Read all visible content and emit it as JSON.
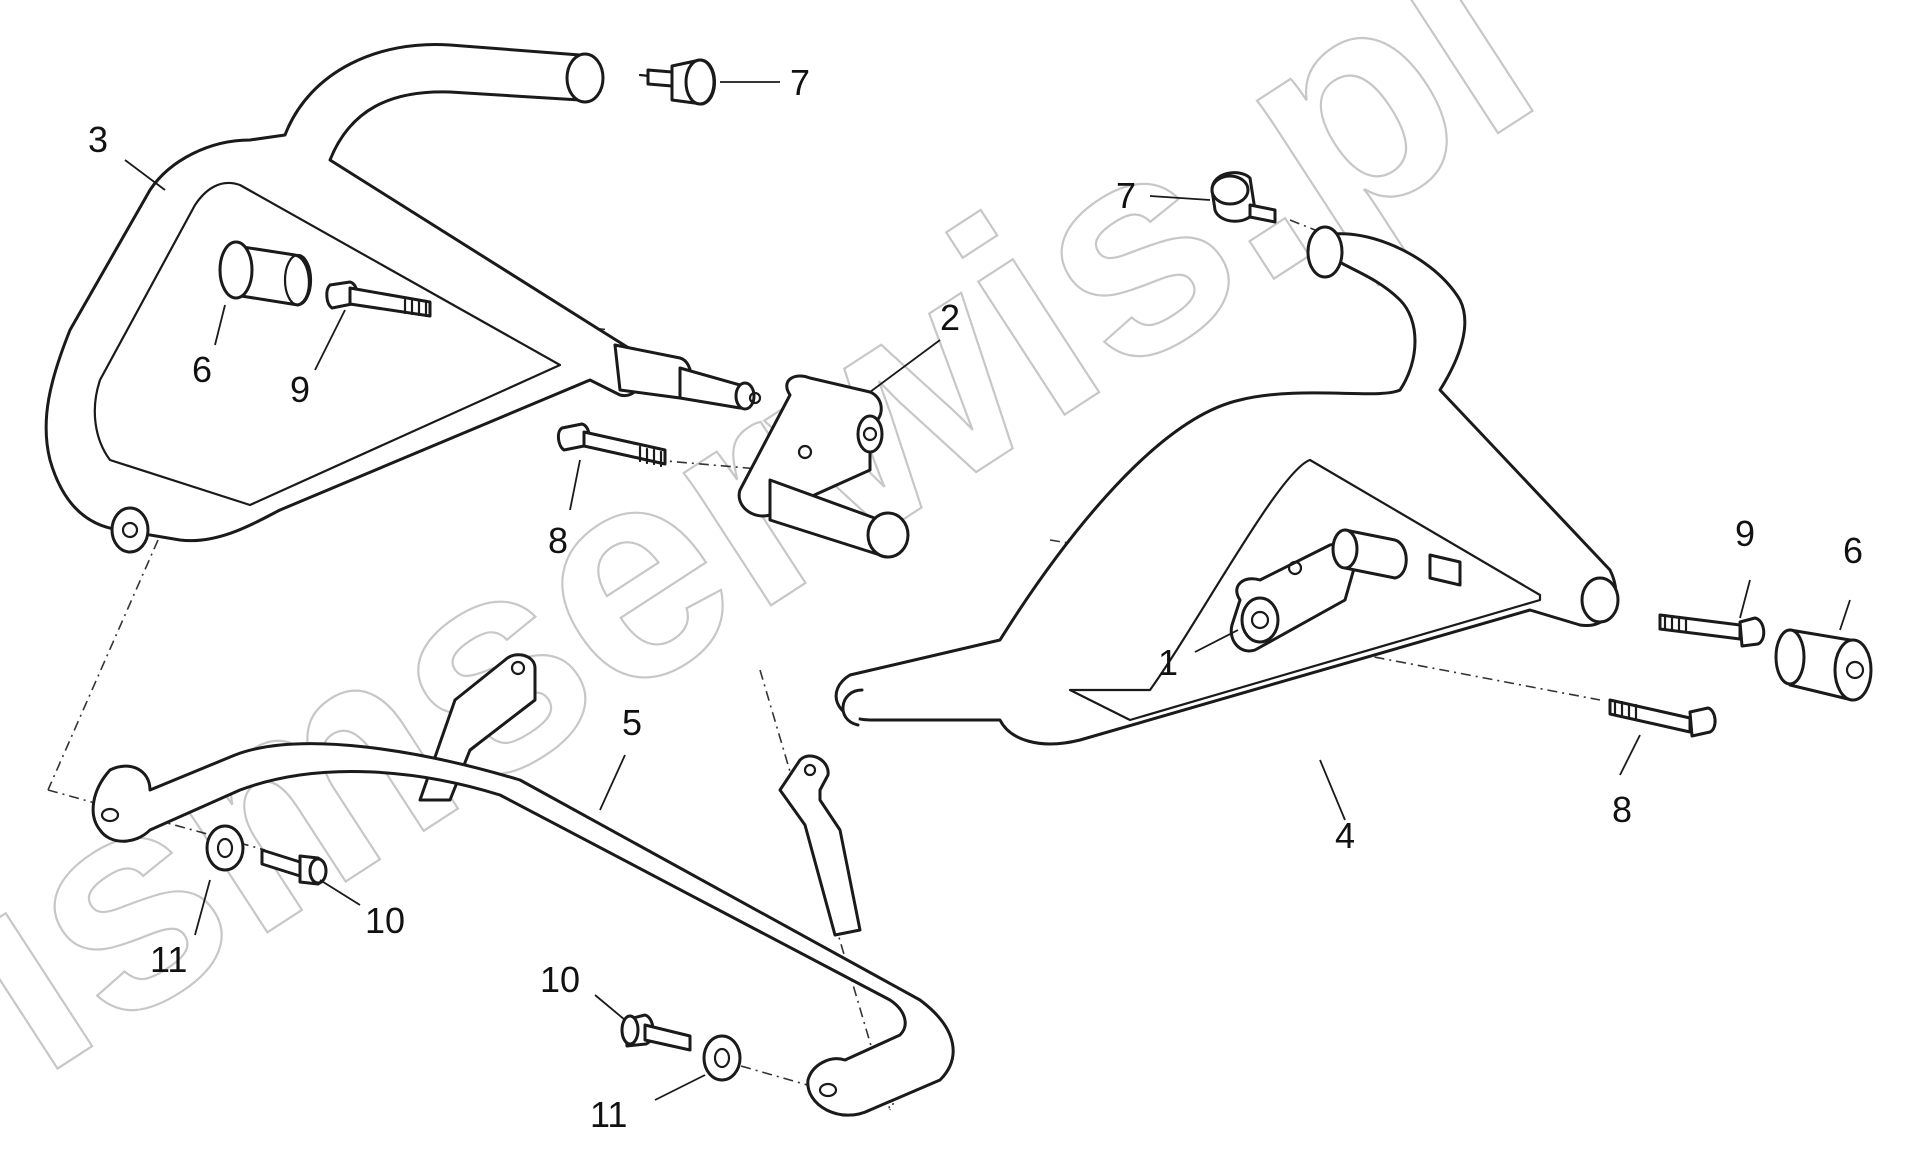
{
  "watermark": "ismserwis.pl",
  "callouts": {
    "p1": "1",
    "p2": "2",
    "p3": "3",
    "p4": "4",
    "p5": "5",
    "p6a": "6",
    "p6b": "6",
    "p7a": "7",
    "p7b": "7",
    "p8a": "8",
    "p8b": "8",
    "p9a": "9",
    "p9b": "9",
    "p10a": "10",
    "p10b": "10",
    "p11a": "11",
    "p11b": "11"
  }
}
